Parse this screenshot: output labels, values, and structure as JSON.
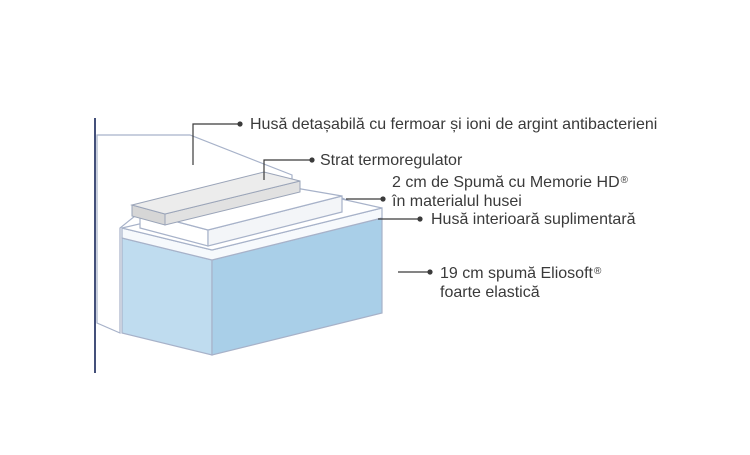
{
  "diagram": {
    "colors": {
      "outline": "#a7b2c9",
      "border_dark": "#44507a",
      "foam_top": "#d9e6f2",
      "foam_front": "#bfdcef",
      "foam_side": "#a9cfe8",
      "thermo_top": "#ececec",
      "thermo_front": "#d6d6d6",
      "leader": "#3b3b3b",
      "text": "#3a3a3a"
    },
    "labels": {
      "cover": "Husă detașabilă cu fermoar și ioni de argint antibacterieni",
      "thermo": "Strat termoregulator",
      "memory_line1": "2 cm de Spumă cu Memorie HD",
      "memory_reg": "®",
      "memory_line2": "în materialul husei",
      "inner_cover": "Husă interioară suplimentară",
      "elio_line1": "19 cm spumă Eliosoft",
      "elio_reg": "®",
      "elio_line2": "foarte elastică"
    }
  }
}
